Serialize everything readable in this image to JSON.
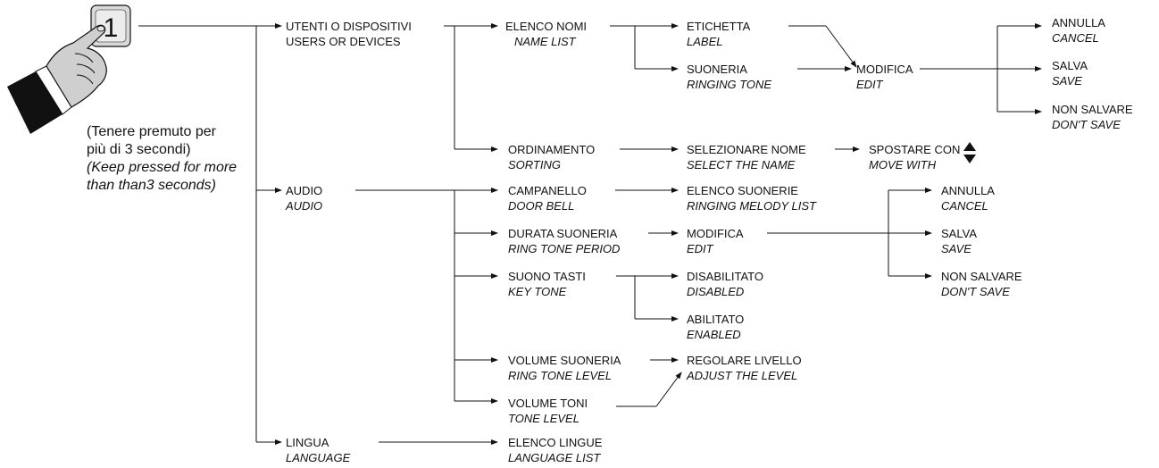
{
  "key_label": "1",
  "instruction": {
    "it": "(Tenere premuto per",
    "it2": "più di 3 secondi)",
    "en": "(Keep pressed for more",
    "en2": "than than3 seconds)"
  },
  "nodes": {
    "utenti": {
      "it": "UTENTI O DISPOSITIVI",
      "en": "USERS OR DEVICES"
    },
    "elenco_nomi": {
      "it": "ELENCO NOMI",
      "en": "NAME LIST"
    },
    "etichetta": {
      "it": "ETICHETTA",
      "en": "LABEL"
    },
    "suoneria": {
      "it": "SUONERIA",
      "en": "RINGING TONE"
    },
    "modifica1": {
      "it": "MODIFICA",
      "en": "EDIT"
    },
    "annulla1": {
      "it": "ANNULLA",
      "en": "CANCEL"
    },
    "salva1": {
      "it": "SALVA",
      "en": "SAVE"
    },
    "nonsalvare1": {
      "it": "NON SALVARE",
      "en": "DON'T SAVE"
    },
    "ordinamento": {
      "it": "ORDINAMENTO",
      "en": "SORTING"
    },
    "selezionare": {
      "it": "SELEZIONARE NOME",
      "en": "SELECT THE NAME"
    },
    "spostare": {
      "it": "SPOSTARE CON",
      "en": "MOVE WITH"
    },
    "audio": {
      "it": "AUDIO",
      "en": "AUDIO"
    },
    "campanello": {
      "it": "CAMPANELLO",
      "en": "DOOR BELL"
    },
    "elenco_suon": {
      "it": "ELENCO SUONERIE",
      "en": "RINGING MELODY LIST"
    },
    "durata": {
      "it": "DURATA SUONERIA",
      "en": "RING TONE PERIOD"
    },
    "modifica2": {
      "it": "MODIFICA",
      "en": "EDIT"
    },
    "annulla2": {
      "it": "ANNULLA",
      "en": "CANCEL"
    },
    "salva2": {
      "it": "SALVA",
      "en": "SAVE"
    },
    "nonsalvare2": {
      "it": "NON SALVARE",
      "en": "DON'T SAVE"
    },
    "suono_tasti": {
      "it": "SUONO TASTI",
      "en": "KEY TONE"
    },
    "disabilitato": {
      "it": "DISABILITATO",
      "en": "DISABLED"
    },
    "abilitato": {
      "it": "ABILITATO",
      "en": "ENABLED"
    },
    "vol_suoneria": {
      "it": "VOLUME SUONERIA",
      "en": "RING TONE LEVEL"
    },
    "regolare": {
      "it": "REGOLARE LIVELLO",
      "en": "ADJUST THE LEVEL"
    },
    "vol_toni": {
      "it": "VOLUME TONI",
      "en": "TONE LEVEL"
    },
    "lingua": {
      "it": "LINGUA",
      "en": "LANGUAGE"
    },
    "elenco_lingue": {
      "it": "ELENCO LINGUE",
      "en": "LANGUAGE LIST"
    }
  }
}
